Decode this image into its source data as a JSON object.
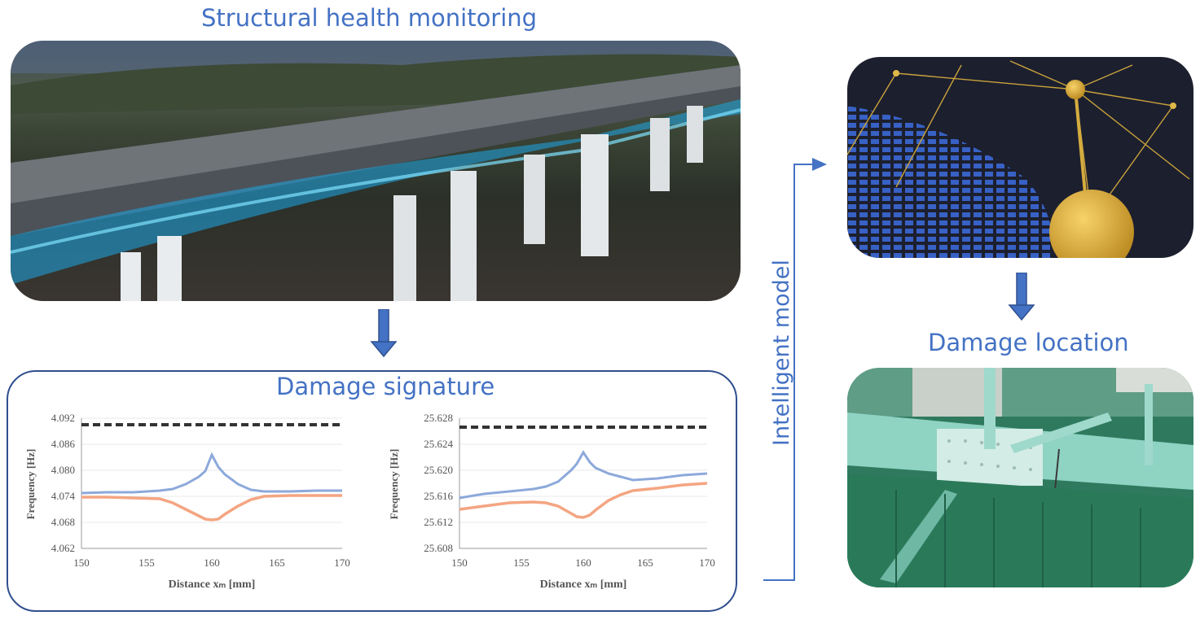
{
  "titles": {
    "shm": "Structural health monitoring",
    "signature": "Damage signature",
    "model": "Intelligent model",
    "location": "Damage location"
  },
  "images": {
    "bridge": "bridge-with-sensor-data-overlay",
    "network": "neural-network-visualization",
    "damage": "steel-girder-crack-photo"
  },
  "colors": {
    "accent": "#4472c4",
    "box_border": "#2f4f8f",
    "series_damaged_up": "#8da9db",
    "series_damaged_down": "#f4a582",
    "series_baseline": "#333333"
  },
  "chart_data": [
    {
      "type": "line",
      "title": "",
      "xlabel": "Distance xₘ [mm]",
      "ylabel": "Frequency [Hz]",
      "xlim": [
        150,
        170
      ],
      "ylim": [
        4.062,
        4.092
      ],
      "x_ticks": [
        "150",
        "155",
        "160",
        "165",
        "170"
      ],
      "y_ticks": [
        "4.092",
        "4.086",
        "4.080",
        "4.074",
        "4.068",
        "4.062"
      ],
      "grid": true,
      "x": [
        150,
        152,
        154,
        156,
        157,
        158,
        159,
        159.5,
        160,
        160.5,
        161,
        162,
        163,
        164,
        166,
        168,
        170
      ],
      "series": [
        {
          "name": "baseline",
          "style": "dashed",
          "values": [
            4.0895,
            4.0895,
            4.0895,
            4.0895,
            4.0895,
            4.0895,
            4.0895,
            4.0895,
            4.0895,
            4.0895,
            4.0895,
            4.0895,
            4.0895,
            4.0895,
            4.0895,
            4.0895,
            4.0895
          ]
        },
        {
          "name": "upper",
          "values": [
            4.074,
            4.0741,
            4.0742,
            4.0745,
            4.075,
            4.076,
            4.0778,
            4.079,
            4.0828,
            4.08,
            4.0783,
            4.076,
            4.0748,
            4.0744,
            4.0744,
            4.0745,
            4.0745
          ]
        },
        {
          "name": "lower",
          "values": [
            4.0728,
            4.0728,
            4.0727,
            4.0724,
            4.0715,
            4.07,
            4.0685,
            4.0677,
            4.0675,
            4.0678,
            4.0688,
            4.0708,
            4.0722,
            4.073,
            4.0733,
            4.0733,
            4.0733
          ]
        }
      ]
    },
    {
      "type": "line",
      "title": "",
      "xlabel": "Distance xₘ [mm]",
      "ylabel": "Frequency [Hz]",
      "xlim": [
        150,
        170
      ],
      "ylim": [
        25.608,
        25.628
      ],
      "x_ticks": [
        "150",
        "155",
        "160",
        "165",
        "170"
      ],
      "y_ticks": [
        "25.628",
        "25.624",
        "25.620",
        "25.616",
        "25.612",
        "25.608"
      ],
      "grid": true,
      "x": [
        150,
        152,
        154,
        156,
        157,
        158,
        159,
        159.5,
        160,
        160.5,
        161,
        162,
        163,
        164,
        166,
        168,
        170
      ],
      "series": [
        {
          "name": "baseline",
          "style": "dashed",
          "values": [
            25.6262,
            25.6262,
            25.6262,
            25.6262,
            25.6262,
            25.6262,
            25.6262,
            25.6262,
            25.6262,
            25.6262,
            25.6262,
            25.6262,
            25.6262,
            25.6262,
            25.6262,
            25.6262,
            25.6262
          ]
        },
        {
          "name": "upper",
          "values": [
            25.6152,
            25.6158,
            25.6162,
            25.6166,
            25.617,
            25.6178,
            25.6196,
            25.6206,
            25.6224,
            25.6208,
            25.6198,
            25.619,
            25.6185,
            25.618,
            25.6183,
            25.6187,
            25.619
          ]
        },
        {
          "name": "lower",
          "values": [
            25.6135,
            25.614,
            25.6145,
            25.6146,
            25.6145,
            25.614,
            25.6128,
            25.6123,
            25.6122,
            25.6126,
            25.6134,
            25.6148,
            25.6158,
            25.6164,
            25.6168,
            25.6172,
            25.6175
          ]
        }
      ]
    }
  ]
}
